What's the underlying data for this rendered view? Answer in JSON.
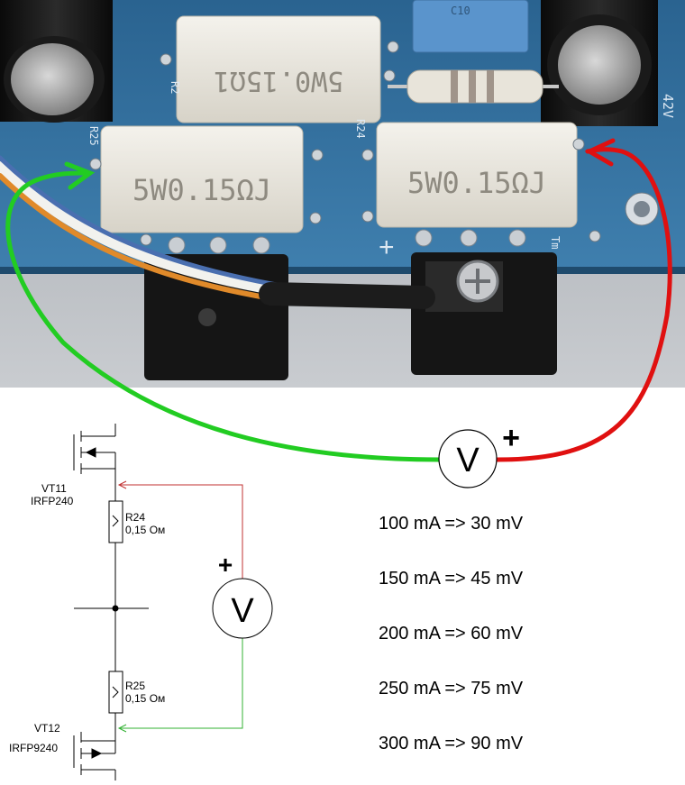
{
  "photo": {
    "resistor_r24_marking": "5W0.15ΩJ",
    "resistor_r25_marking": "5W0.15ΩJ",
    "resistor_top_marking": "5W0.15Ω1",
    "silk_r25": "R25",
    "silk_r24": "R24",
    "silk_r2": "R2",
    "silk_c10": "C10",
    "silk_voltage": "42V",
    "silk_plus": "+",
    "silk_tm": "Tm"
  },
  "meter": {
    "symbol": "V",
    "plus_sign": "+"
  },
  "schematic": {
    "vt11_name": "VT11",
    "vt11_part": "IRFP240",
    "r24_name": "R24",
    "r24_value": "0,15 Ом",
    "r25_name": "R25",
    "r25_value": "0,15 Ом",
    "vt12_name": "VT12",
    "vt12_part": "IRFP9240",
    "meter_symbol": "V",
    "meter_plus": "+"
  },
  "calibration": [
    "100 mA => 30 mV",
    "150 mA => 45 mV",
    "200 mA => 60 mV",
    "250 mA => 75 mV",
    "300 mA => 90 mV"
  ],
  "colors": {
    "pcb": "#2f6f9c",
    "green_probe": "#22cc22",
    "red_probe": "#e01010",
    "resistor_body": "#ebe8df"
  }
}
